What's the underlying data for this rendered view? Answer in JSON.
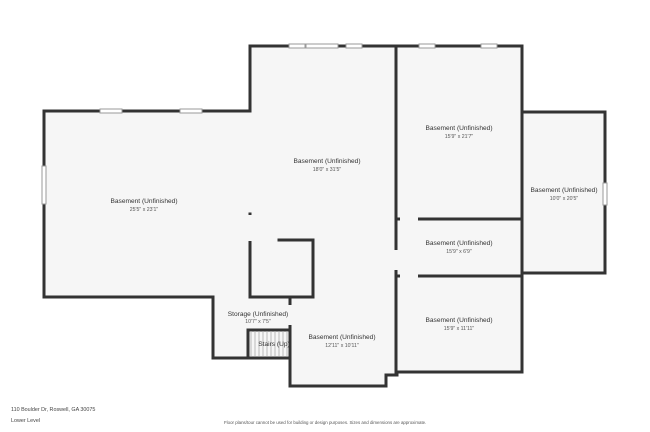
{
  "rooms": [
    {
      "id": "basement-left",
      "name": "Basement (Unfinished)",
      "dims": "25'5\" x 23'1\""
    },
    {
      "id": "basement-center",
      "name": "Basement (Unfinished)",
      "dims": "18'0\" x 31'5\""
    },
    {
      "id": "basement-upper-right",
      "name": "Basement (Unfinished)",
      "dims": "15'9\" x 21'7\""
    },
    {
      "id": "basement-far-right",
      "name": "Basement (Unfinished)",
      "dims": "10'0\" x 20'5\""
    },
    {
      "id": "basement-mid-right",
      "name": "Basement (Unfinished)",
      "dims": "15'9\" x 6'9\""
    },
    {
      "id": "basement-lower-right",
      "name": "Basement (Unfinished)",
      "dims": "15'9\" x 11'11\""
    },
    {
      "id": "storage",
      "name": "Storage (Unfinished)",
      "dims": "10'7\" x 7'5\""
    },
    {
      "id": "stairs",
      "name": "Stairs (Up)",
      "dims": ""
    },
    {
      "id": "basement-bottom",
      "name": "Basement (Unfinished)",
      "dims": "12'11\" x 10'11\""
    }
  ],
  "footer": {
    "address": "110 Boulder Dr, Roswell, GA 30075",
    "level": "Lower Level",
    "disclaimer": "Floor plans/tour cannot be used for building or design purposes. Sizes and dimensions are approximate."
  }
}
